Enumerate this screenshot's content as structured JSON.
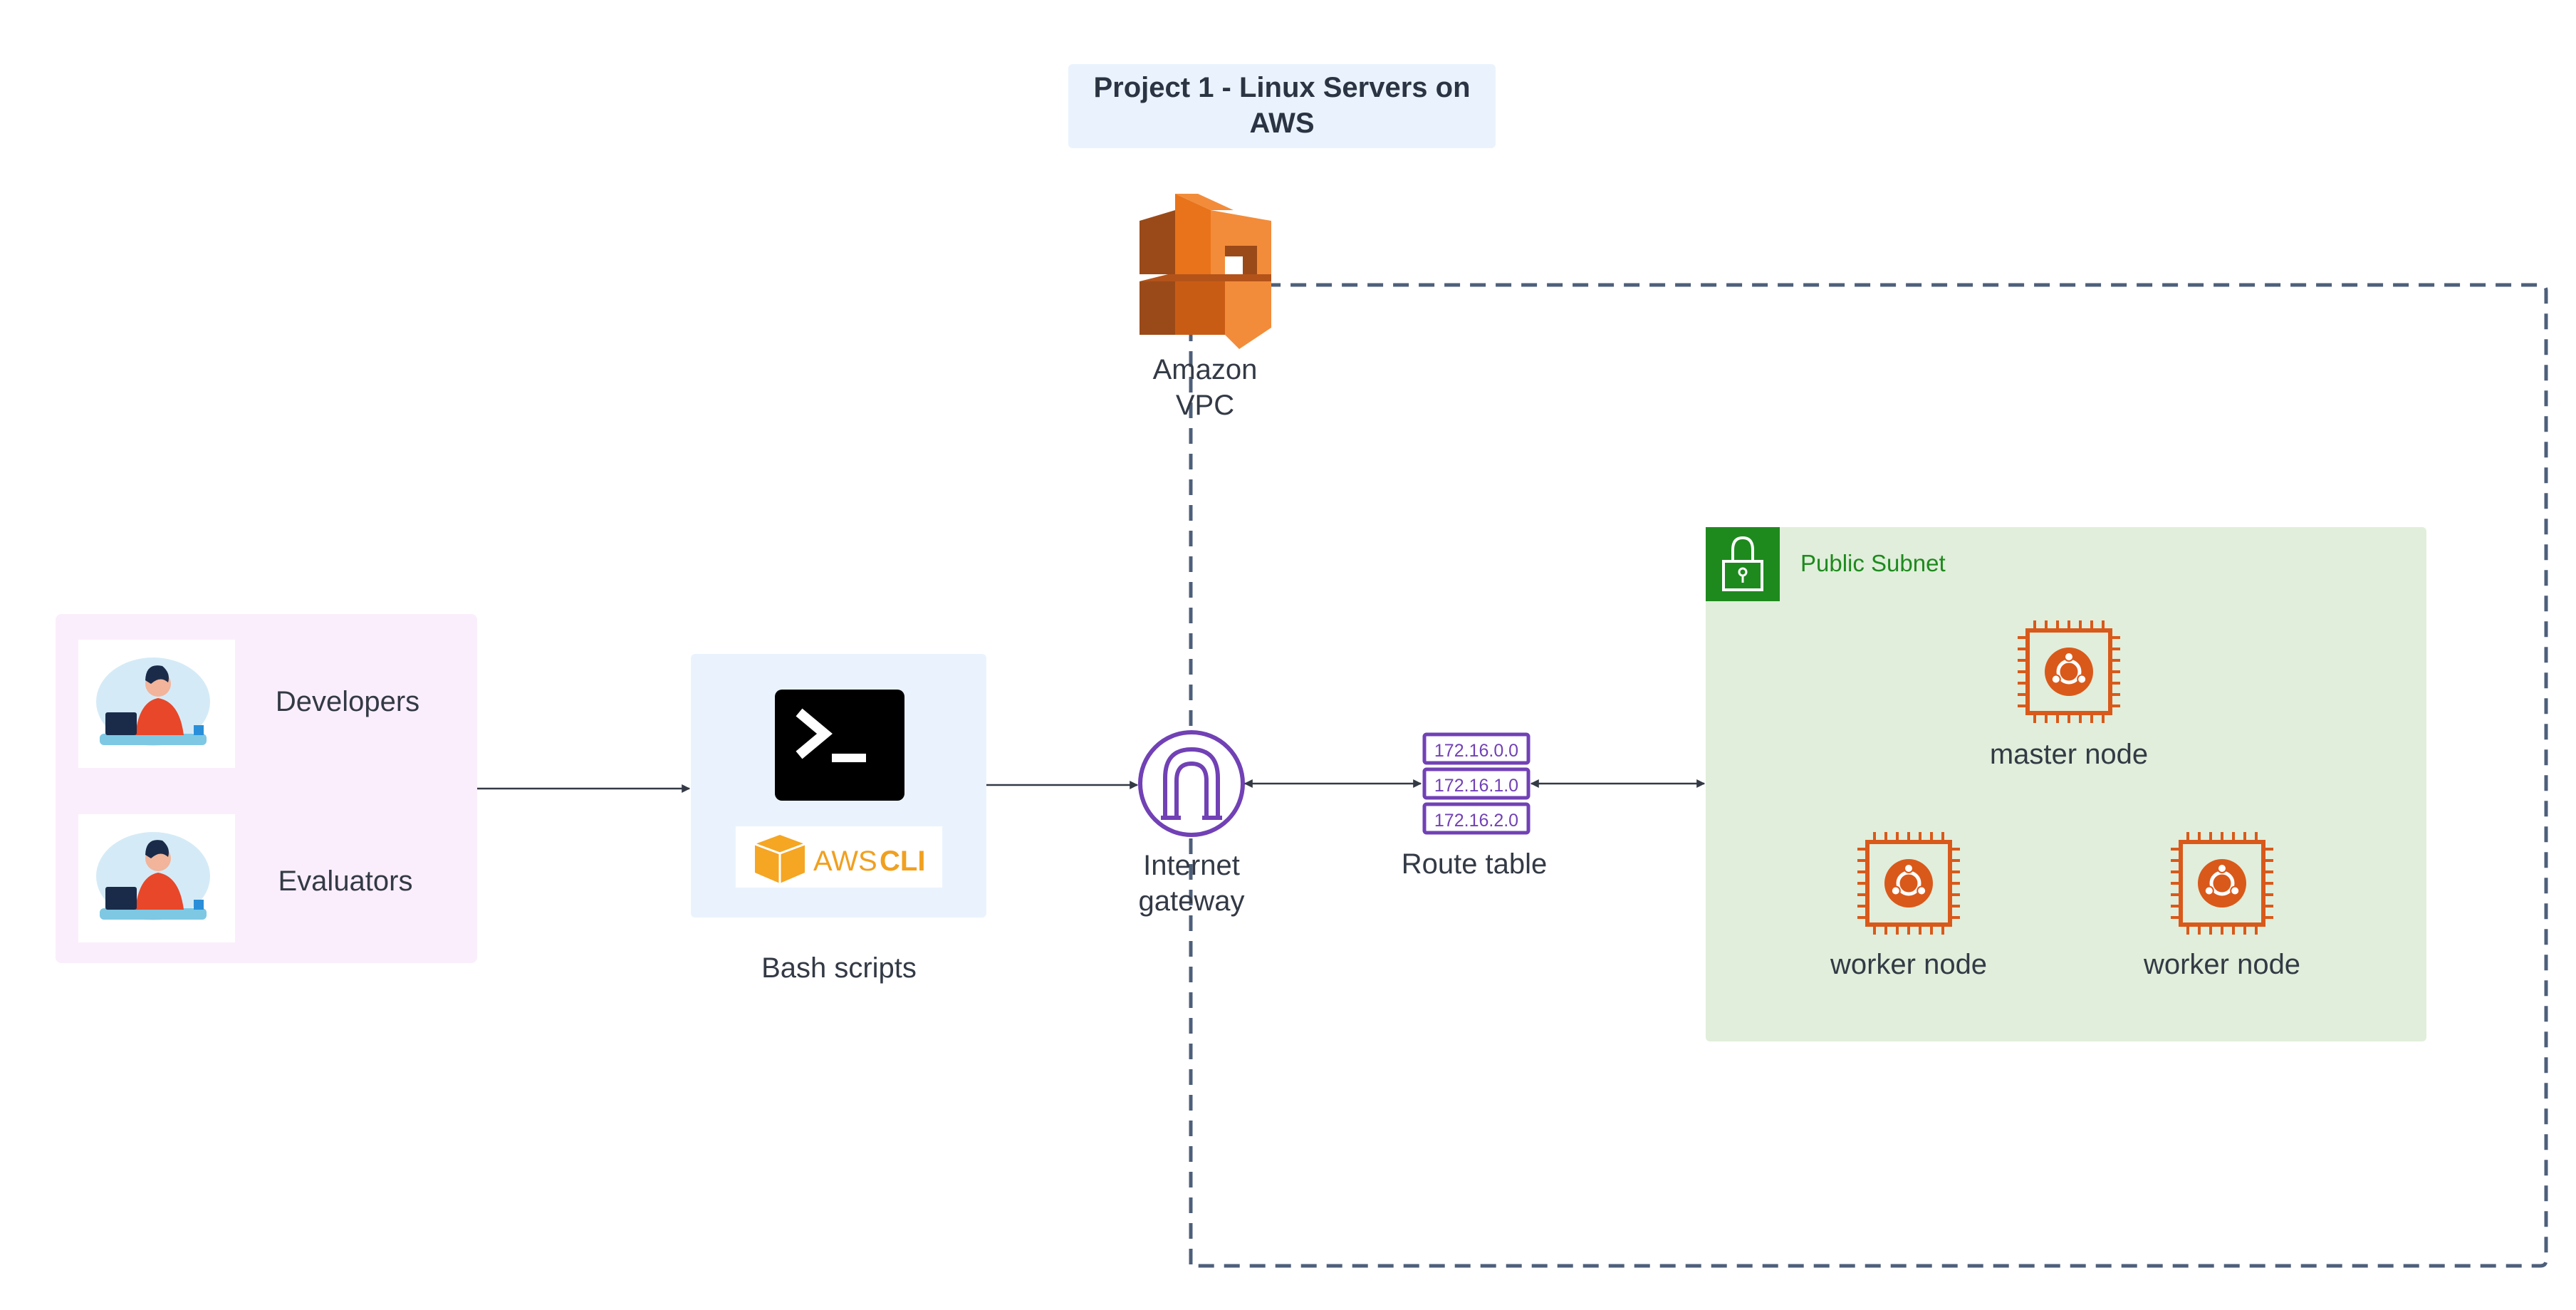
{
  "title": {
    "line1": "Project 1 - Linux Servers on",
    "line2": "AWS"
  },
  "vpc": {
    "line1": "Amazon",
    "line2": "VPC"
  },
  "users": {
    "developers": "Developers",
    "evaluators": "Evaluators"
  },
  "bash": {
    "label": "Bash scripts",
    "cli_aws": "AWS",
    "cli_cli": "CLI"
  },
  "gateway": {
    "line1": "Internet",
    "line2": "gateway"
  },
  "route_table": {
    "label": "Route table",
    "rows": [
      "172.16.0.0",
      "172.16.1.0",
      "172.16.2.0"
    ]
  },
  "subnet": {
    "label": "Public Subnet"
  },
  "nodes": {
    "master": "master node",
    "worker1": "worker node",
    "worker2": "worker node"
  },
  "colors": {
    "aws_orange": "#e8731a",
    "node_orange": "#d9591a",
    "purple": "#7141b5",
    "subnet_green": "#1e8a1e",
    "subnet_fill": "#e1eedb",
    "dash": "#4d5f7a"
  }
}
